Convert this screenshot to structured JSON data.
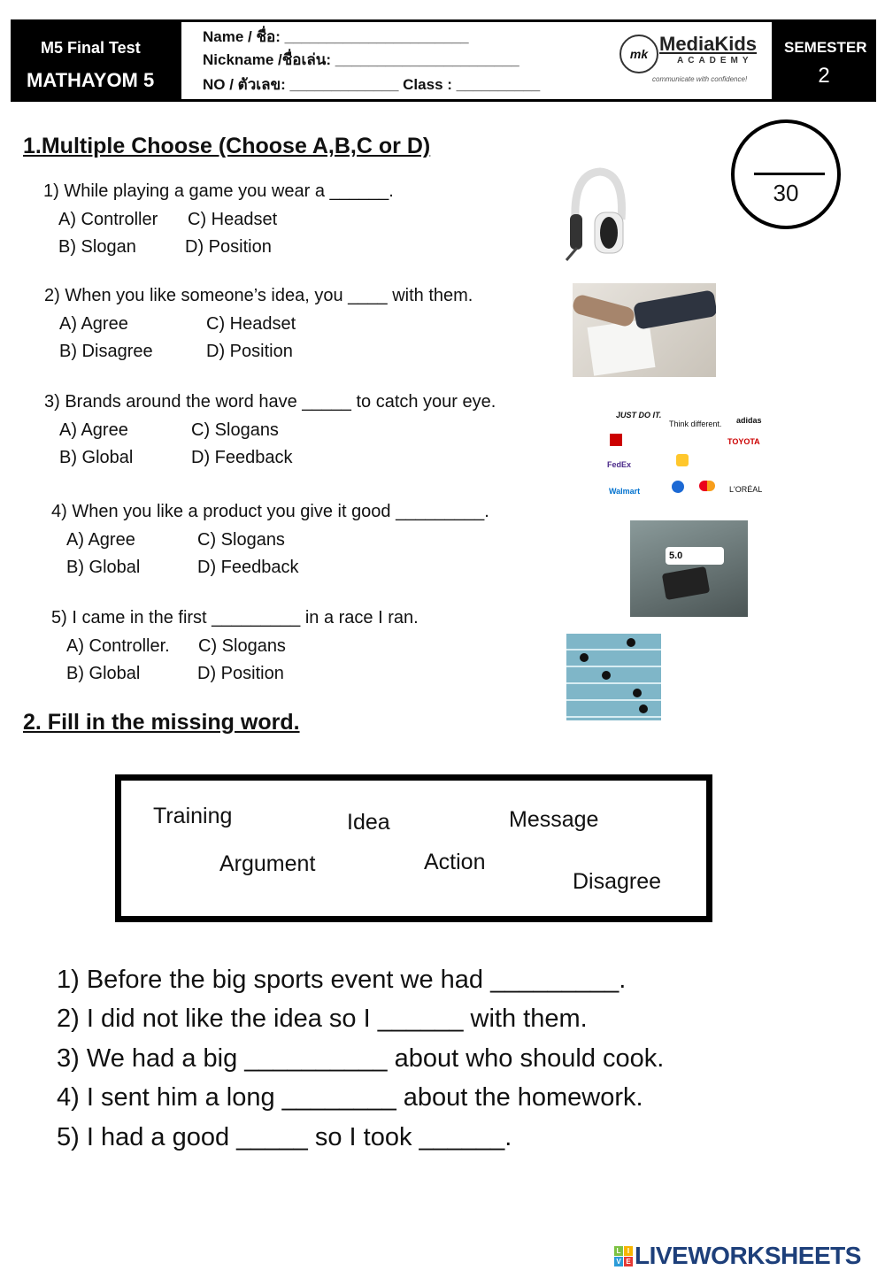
{
  "header": {
    "test_title": "M5 Final Test",
    "level": "MATHAYOM 5",
    "name_label": "Name / ชื่อ:",
    "nickname_label": "Nickname /ชื่อเล่น:",
    "no_label": "NO / ตัวเลข:",
    "class_label": "Class :",
    "logo_name": "MediaKids",
    "logo_sub": "ACADEMY",
    "logo_tagline": "communicate with confidence!",
    "semester_label": "SEMESTER",
    "semester_value": "2"
  },
  "score": {
    "total": "30"
  },
  "section1": {
    "title": "1.Multiple Choose (Choose A,B,C or D)",
    "questions": [
      {
        "q": "1) While playing a game you wear a ______.",
        "a": "A) Controller",
        "c": "C) Headset",
        "b": "B) Slogan",
        "d": "D) Position"
      },
      {
        "q": "2) When you like someone’s idea, you ____ with them.",
        "a": "A) Agree",
        "c": "C) Headset",
        "b": "B) Disagree",
        "d": "D) Position"
      },
      {
        "q": "3) Brands around the word have _____ to catch your eye.",
        "a": "A) Agree",
        "c": "C) Slogans",
        "b": "B) Global",
        "d": "D) Feedback"
      },
      {
        "q": "4) When you like a product you give it good _________.",
        "a": "A) Agree",
        "c": "C) Slogans",
        "b": "B) Global",
        "d": "D) Feedback"
      },
      {
        "q": "5) I came in the first _________ in a race I ran.",
        "a": "A) Controller.",
        "c": "C) Slogans",
        "b": "B) Global",
        "d": "D) Position"
      }
    ],
    "images": {
      "rating": "5.0",
      "brands": [
        "JUST DO IT.",
        "Think different.",
        "adidas",
        "TOYOTA",
        "FedEx",
        "Walmart",
        "L'ORÉAL"
      ]
    }
  },
  "section2": {
    "title": "2. Fill in the missing word.",
    "word_bank": [
      "Training",
      "Idea",
      "Message",
      "Argument",
      "Action",
      "Disagree"
    ],
    "sentences": [
      "1) Before the big sports event we had _________.",
      "2) I did not like the idea so I ______ with them.",
      "3) We had a big __________ about who should cook.",
      "4) I sent him a long ________ about the homework.",
      "5) I had a good _____ so I took ______."
    ]
  },
  "footer": {
    "brand": "LIVEWORKSHEETS",
    "badge": [
      "L",
      "I",
      "V",
      "E"
    ]
  }
}
